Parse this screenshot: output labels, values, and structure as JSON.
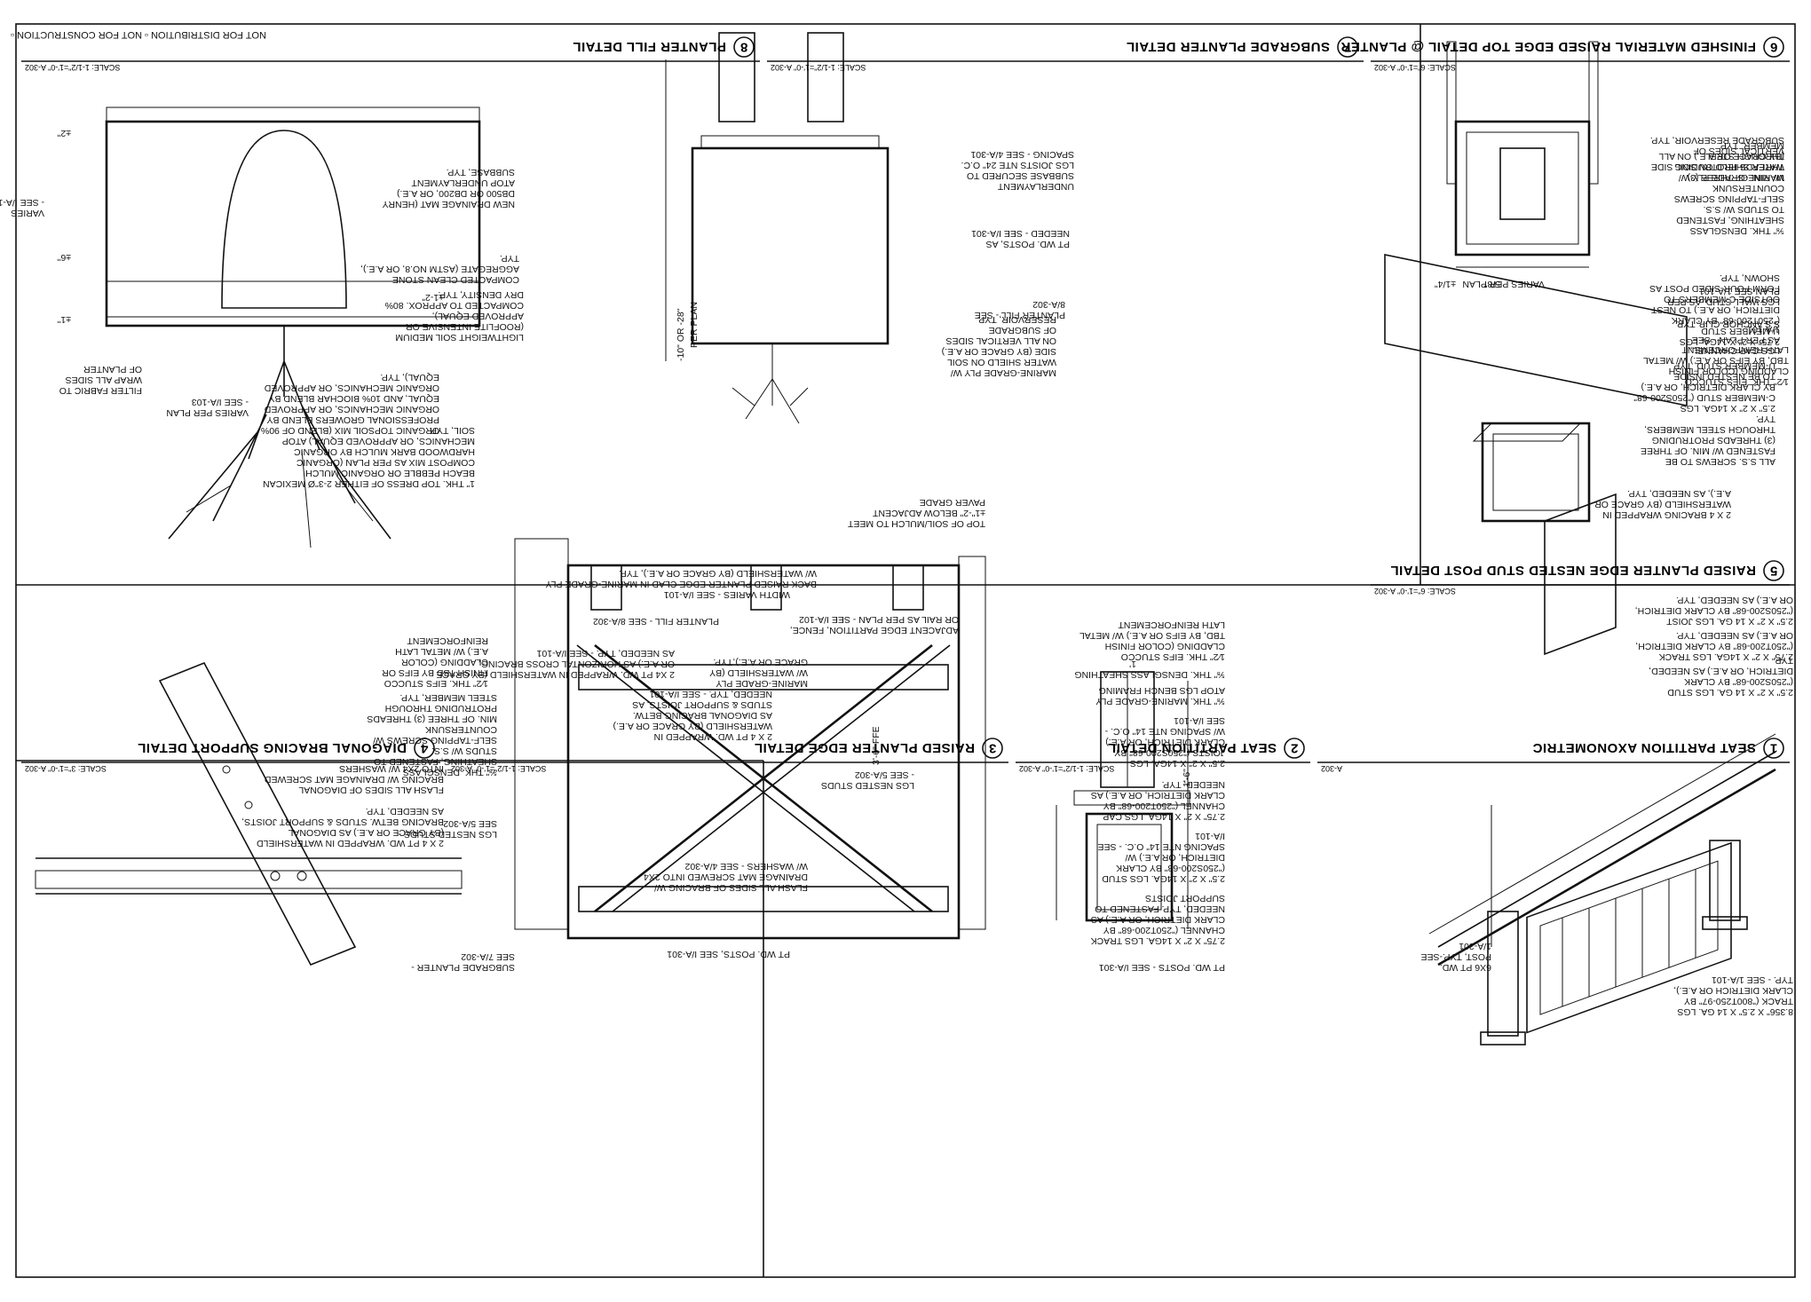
{
  "sheet": {
    "watermark": "NOT FOR DISTRIBUTION  ▫  NOT FOR CONSTRUCTION  ▫"
  },
  "details": [
    {
      "num": "1",
      "title": "SEAT PARTITION AXONOMETRIC",
      "sheet": "A-302",
      "scale": ""
    },
    {
      "num": "2",
      "title": "SEAT PARTITION DETAIL",
      "sheet": "A-302",
      "scale": "SCALE: 1-1/2\"=1'-0\""
    },
    {
      "num": "3",
      "title": "RAISED PLANTER EDGE DETAIL",
      "sheet": "A-302",
      "scale": "SCALE: 1-1/2\"=1'-0\""
    },
    {
      "num": "4",
      "title": "DIAGONAL BRACING SUPPORT DETAIL",
      "sheet": "A-302",
      "scale": "SCALE: 3\"=1'-0\""
    },
    {
      "num": "5",
      "title": "RAISED PLANTER EDGE NESTED STUD POST DETAIL",
      "sheet": "A-302",
      "scale": "SCALE: 6\"=1'-0\""
    },
    {
      "num": "6",
      "title": "FINISHED MATERIAL RAISED EDGE TOP DETAIL @ PLANTER",
      "sheet": "A-302",
      "scale": "SCALE: 6\"=1'-0\""
    },
    {
      "num": "7",
      "title": "SUBGRADE PLANTER DETAIL",
      "sheet": "A-302",
      "scale": "SCALE: 1-1/2\"=1'-0\""
    },
    {
      "num": "8",
      "title": "PLANTER FILL DETAIL",
      "sheet": "A-302",
      "scale": "SCALE: 1-1/2\"=1'-0\""
    }
  ],
  "notes": {
    "d8": [
      [
        "1\" THK. TOP DRESS OF EITHER 2-3\"Ø MEXICAN",
        "BEACH PEBBLE OR ORGANIC MULCH",
        "COMPOST MIX AS PER PLAN (ORGANIC",
        "HARDWOOD BARK MULCH BY ORGANIC",
        "MECHANICS, OR APPROVED EQUAL) ATOP",
        "SOIL, TYP."
      ],
      [
        "ORGANIC TOPSOIL MIX (BLEND OF 90%",
        "PROFESSIONAL GROWERS BLEND BY",
        "ORGANIC MECHANICS, OR APPROVED",
        "EQUAL, AND 10% BIOCHAR BLEND BY",
        "ORGANIC MECHANICS, OR APPROVED",
        "EQUAL), TYP."
      ],
      [
        "LIGHTWEIGHT SOIL MEDIUM",
        "(ROOFLITE INTENSIVE OR",
        "APPROVED EQUAL),",
        "COMPACTED TO APPROX. 80%",
        "DRY DENSITY, TYP."
      ],
      [
        "COMPACTED CLEAN STONE",
        "AGGREGATE (ASTM NO.8, OR A.E.),",
        "TYP."
      ],
      [
        "NEW DRAINAGE MAT (HENRY",
        "DB500 OR DB200, OR A.E.)",
        "ATOP UNDERLAYMENT",
        "SUBBASE, TYP."
      ],
      [
        "FILTER FABRIC TO",
        "WRAP ALL SIDES",
        "OF PLANTER"
      ],
      [
        "VARIES PER PLAN",
        "- SEE I/A-103"
      ],
      [
        "VARIES",
        "- SEE I/A-103"
      ]
    ],
    "d8_dims": [
      "±2\"",
      "±6\"",
      "±1-2\"",
      "±1\""
    ],
    "d7": [
      [
        "UNDERLAYMENT",
        "SUBBASE SECURED TO",
        "LGS JOISTS NTE 24\" O.C.",
        "SPACING - SEE 4/A-301"
      ],
      [
        "PT WD. POSTS, AS",
        "NEEDED - SEE I/A-301"
      ],
      [
        "PLANTER FILL - SEE",
        "8/A-302"
      ],
      [
        "MARINE-GRADE PLY W/",
        "WATER SHIELD ON SOIL",
        "SIDE (BY GRACE OR A.E.)",
        "ON ALL VERTICAL SIDES",
        "OF SUBGRADE",
        "RESERVOIR, TYP."
      ],
      [
        "TOP OF SOIL/MULCH TO MEET",
        "±1\"-2\" BELOW ADJACENT",
        "PAVER GRADE"
      ],
      [
        "ADJACENT EDGE PARTITION, FENCE,",
        "OR RAIL AS PER PLAN - SEE I/A-102"
      ]
    ],
    "d7_dim": [
      "-10\" OR -28\"",
      "PER PLAN"
    ],
    "d6": [
      [
        "VERTICAL SIDES OF",
        "SUBGRADE RESERVOIR, TYP."
      ],
      [
        "MARINE-GRADE PLY W/",
        "WATER SHIELD ON SOIL SIDE",
        "(BY GRACE OR A.E.) ON ALL"
      ],
      [
        "⅝\" THK. DENSGLASS",
        "SHEATHING, FASTENED",
        "TO STUDS W/ S.S.",
        "SELF-TAPPING SCREWS",
        "COUNTERSUNK",
        "W/ MIN. OF THREE (3)",
        "THREADS PROTRUDING",
        "THROUGH STEEL",
        "MEMBER, TYP."
      ],
      [
        "LGS WALL STUD, AS PER",
        "PLAN SEE 1/A-101"
      ],
      [
        "S.S ANCHOR CLIP, TYP."
      ],
      [
        "LGS CAP CHANNEL,",
        "AS PER PLAN - SEE",
        "1/A-101"
      ],
      [
        "1⁄2\" THK. EIFS STUCCO",
        "CLADDING (COLOR FINISH",
        "TBD, BY EIFS OR A.E.) W/ METAL",
        "LATH REINFORCEMENT"
      ],
      [
        "VARIES PER PLAN"
      ]
    ],
    "d6_dims": [
      "±1/4\"",
      "5/8\""
    ],
    "d5": [
      [
        "2 X 4 BRACING WRAPPED IN",
        "WATERSHIELD (BY GRACE OR",
        "A.E.), AS NEEDED, TYP."
      ],
      [
        "ALL S.S. SCREWS TO BE",
        "FASTENED W/ MIN. OF THREE",
        "(3) THREADS PROTRUDING",
        "THROUGH STEEL MEMBERS,",
        "TYP."
      ],
      [
        "2.5\" X 2\" X 14GA. LGS",
        "C-MEMBER STUD (\"250S200-68\"",
        "BY CLARK DIETRICH, OR A.E.)",
        "TO BE NESTED INSIDE",
        "U-MEMBER STUD, TYP."
      ],
      [
        "2.75\" X 2\" X 14GA. LGS",
        "U-MEMBER STUD",
        "(\"250T200-68\" BY CLARK",
        "DIETRICH, OR A.E.) TO NEST",
        "OUTSIDE C-MEMBERS TO",
        "FORM FOUR-SIDED POST AS",
        "SHOWN, TYP."
      ]
    ],
    "d4": [
      [
        "FLASH ALL SIDES OF DIAGONAL",
        "BRACING W/ DRAINAGE MAT SCREWED",
        "INTO 2X4 W/ WASHERS"
      ],
      [
        "2 X 4 PT WD. WRAPPED IN WATERSHIELD",
        "(BY GRACE OR A.E.) AS DIAGONAL",
        "BRACING BETW. STUDS & SUPPORT JOISTS,",
        "AS NEEDED, TYP."
      ]
    ],
    "d3": [
      [
        "PT WD. POSTS, SEE I/A-301"
      ],
      [
        "SUBGRADE PLANTER -",
        "SEE 7/A-302"
      ],
      [
        "FLASH ALL SIDES OF BRACING W/",
        "DRAINAGE MAT SCREWED INTO 2X4",
        "W/ WASHERS - SEE 4/A-302"
      ],
      [
        "LGS NESTED STUDS",
        "- SEE 5/A-302"
      ],
      [
        "LGS NESTED STUDS -",
        "SEE 5/A-302"
      ],
      [
        "⅝\" THK. DENSGLASS",
        "SHEATHING, FASTENED TO",
        "STUDS W/ S.S.",
        "SELF-TAPPING SCREWS W/",
        "COUNTERSUNK",
        "MIN. OF THREE (3) THREADS",
        "PROTRUDING THROUGH",
        "STEEL MEMBER, TYP."
      ],
      [
        "2 X 4 PT WD. WRAPPED IN",
        "WATERSHIELD (BY GRACE OR A.E.)",
        "AS DIAGONAL BRACING BETW.",
        "STUDS & SUPPORT JOISTS, AS",
        "NEEDED, TYP. - SEE I/A-101"
      ],
      [
        "MARINE-GRADE PLY",
        "W/ WATERSHIELD (BY",
        "GRACE OR A.E.),TYP."
      ],
      [
        "2 X4 PT WD. WRAPPED IN WATERSHIELD (BY GRACE",
        "OR A.E.) AS HORIZONTAL CROSS BRACING,",
        "AS NEEDED, TYP. - SEE I/A-101"
      ],
      [
        "1⁄2\" THK. EIFS STUCCO",
        "FINISH TBD BY EIFS OR",
        "CLADDING (COLOR",
        "A.E.) W/ METAL LATH",
        "REINFORCEMENT"
      ],
      [
        "PLANTER FILL - SEE 8/A-302"
      ],
      [
        "WIDTH VARIES - SEE I/A-101"
      ],
      [
        "BACK RAISED PLANTER EDGE CLAD IN MARINE-GRADE PLY",
        "W/ WATERSHIELD (BY GRACE OR A.E.), TYP."
      ]
    ],
    "d3_dim": "3'-6\" FFE",
    "d2": [
      [
        "PT WD. POSTS - SEE I/A-301"
      ],
      [
        "2.75\" X 2\" X 14GA. LGS TRACK",
        "CHANNEL (\"250T200-68\" BY",
        "CLARK DIETRICH, OR A.E.) AS",
        "NEEDED, TYP. FASTENED TO",
        "SUPPORT JOISTS"
      ],
      [
        "2.5\" X 2\" X 14GA. LGS STUD",
        "(\"250S200-68\" BY CLARK",
        "DIETRICH, OR A.E.) W/",
        "SPACING NTE 14\" O.C. - SEE",
        "I/A-101"
      ],
      [
        "2.75\" X 2\" X 14GA. LGS CAP",
        "CHANNEL (\"250T200-68\" BY",
        "CLARK DIETRICH, OR A.E.) AS",
        "NEEDED, TYP."
      ],
      [
        "2.5\" X 2\" X 14GA. LGS",
        "JOISTS (\"250S200-68\" BY",
        "CLARK DIETRICH, OR A.E.)",
        "W/ SPACING NTE 14\" O.C. -",
        "SEE I/A-101"
      ],
      [
        "⅝\" THK. MARINE-GRADE PLY",
        "ATOP LGS BENCH FRAMING"
      ],
      [
        "⅝\" THK. DENSGLASS SHEATHING"
      ],
      [
        "1⁄2\" THK. EIFS STUCCO",
        "CLADDING (COLOR FINISH",
        "TBD, BY EIFS OR A.E.) W/ METAL",
        "LATH REINFORCEMENT"
      ]
    ],
    "d2_dims": [
      "1'-6\"",
      "1'"
    ],
    "d1": [
      [
        "8.356\" X 2.5\" X 14 GA. LGS",
        "TRACK (\"800T250-97\" BY",
        "CLARK DIETRICH OR A.E.),",
        "TYP. - SEE 1/A-101"
      ],
      [
        "6X6 PT WD.",
        "POST, TYP.-SEE",
        "1/A-301"
      ],
      [
        "2.5\" X 2\" X 14 GA. LGS STUD",
        "(\"250S200-68\" BY CLARK",
        "DIETRICH, OR A.E.) AS NEEDED,",
        "TYP."
      ],
      [
        "2.75\" X 2\" X 14GA. LGS TRACK",
        "(\"250T200-68\" BY CLARK DIETRICH,",
        "OR A.E.) AS NEEDED, TYP."
      ],
      [
        "2.5\" X 2\" X 14 GA. LGS JOIST",
        "(\"250S200-68\" BY CLARK DIETRICH,",
        "OR A.E.) AS NEEDED, TYP."
      ]
    ]
  }
}
